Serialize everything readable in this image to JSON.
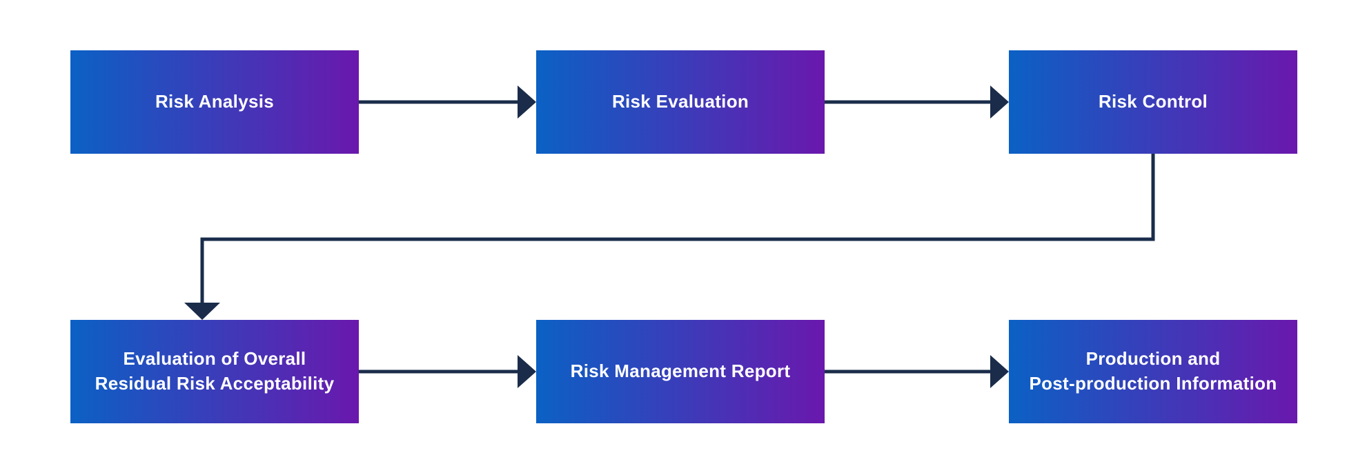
{
  "diagram": {
    "colors": {
      "background": "#ffffff",
      "box_gradient_left": "#0b61c5",
      "box_gradient_right": "#6a18ad",
      "connector": "#1a2c4a",
      "label_text": "#ffffff"
    },
    "nodes": [
      {
        "id": "risk-analysis",
        "row": 1,
        "col": 1,
        "lines": [
          "Risk Analysis"
        ]
      },
      {
        "id": "risk-evaluation",
        "row": 1,
        "col": 2,
        "lines": [
          "Risk Evaluation"
        ]
      },
      {
        "id": "risk-control",
        "row": 1,
        "col": 3,
        "lines": [
          "Risk Control"
        ]
      },
      {
        "id": "evaluation-of-overall-residual-risk-acceptability",
        "row": 2,
        "col": 1,
        "lines": [
          "Evaluation of Overall",
          "Residual Risk Acceptability"
        ]
      },
      {
        "id": "risk-management-report",
        "row": 2,
        "col": 2,
        "lines": [
          "Risk Management Report"
        ]
      },
      {
        "id": "production-and-post-production-information",
        "row": 2,
        "col": 3,
        "lines": [
          "Production and",
          "Post-production Information"
        ]
      }
    ],
    "edges": [
      {
        "from": "risk-analysis",
        "to": "risk-evaluation",
        "type": "straight-right"
      },
      {
        "from": "risk-evaluation",
        "to": "risk-control",
        "type": "straight-right"
      },
      {
        "from": "risk-control",
        "to": "evaluation-of-overall-residual-risk-acceptability",
        "type": "elbow-down-left-down"
      },
      {
        "from": "evaluation-of-overall-residual-risk-acceptability",
        "to": "risk-management-report",
        "type": "straight-right"
      },
      {
        "from": "risk-management-report",
        "to": "production-and-post-production-information",
        "type": "straight-right"
      }
    ]
  }
}
